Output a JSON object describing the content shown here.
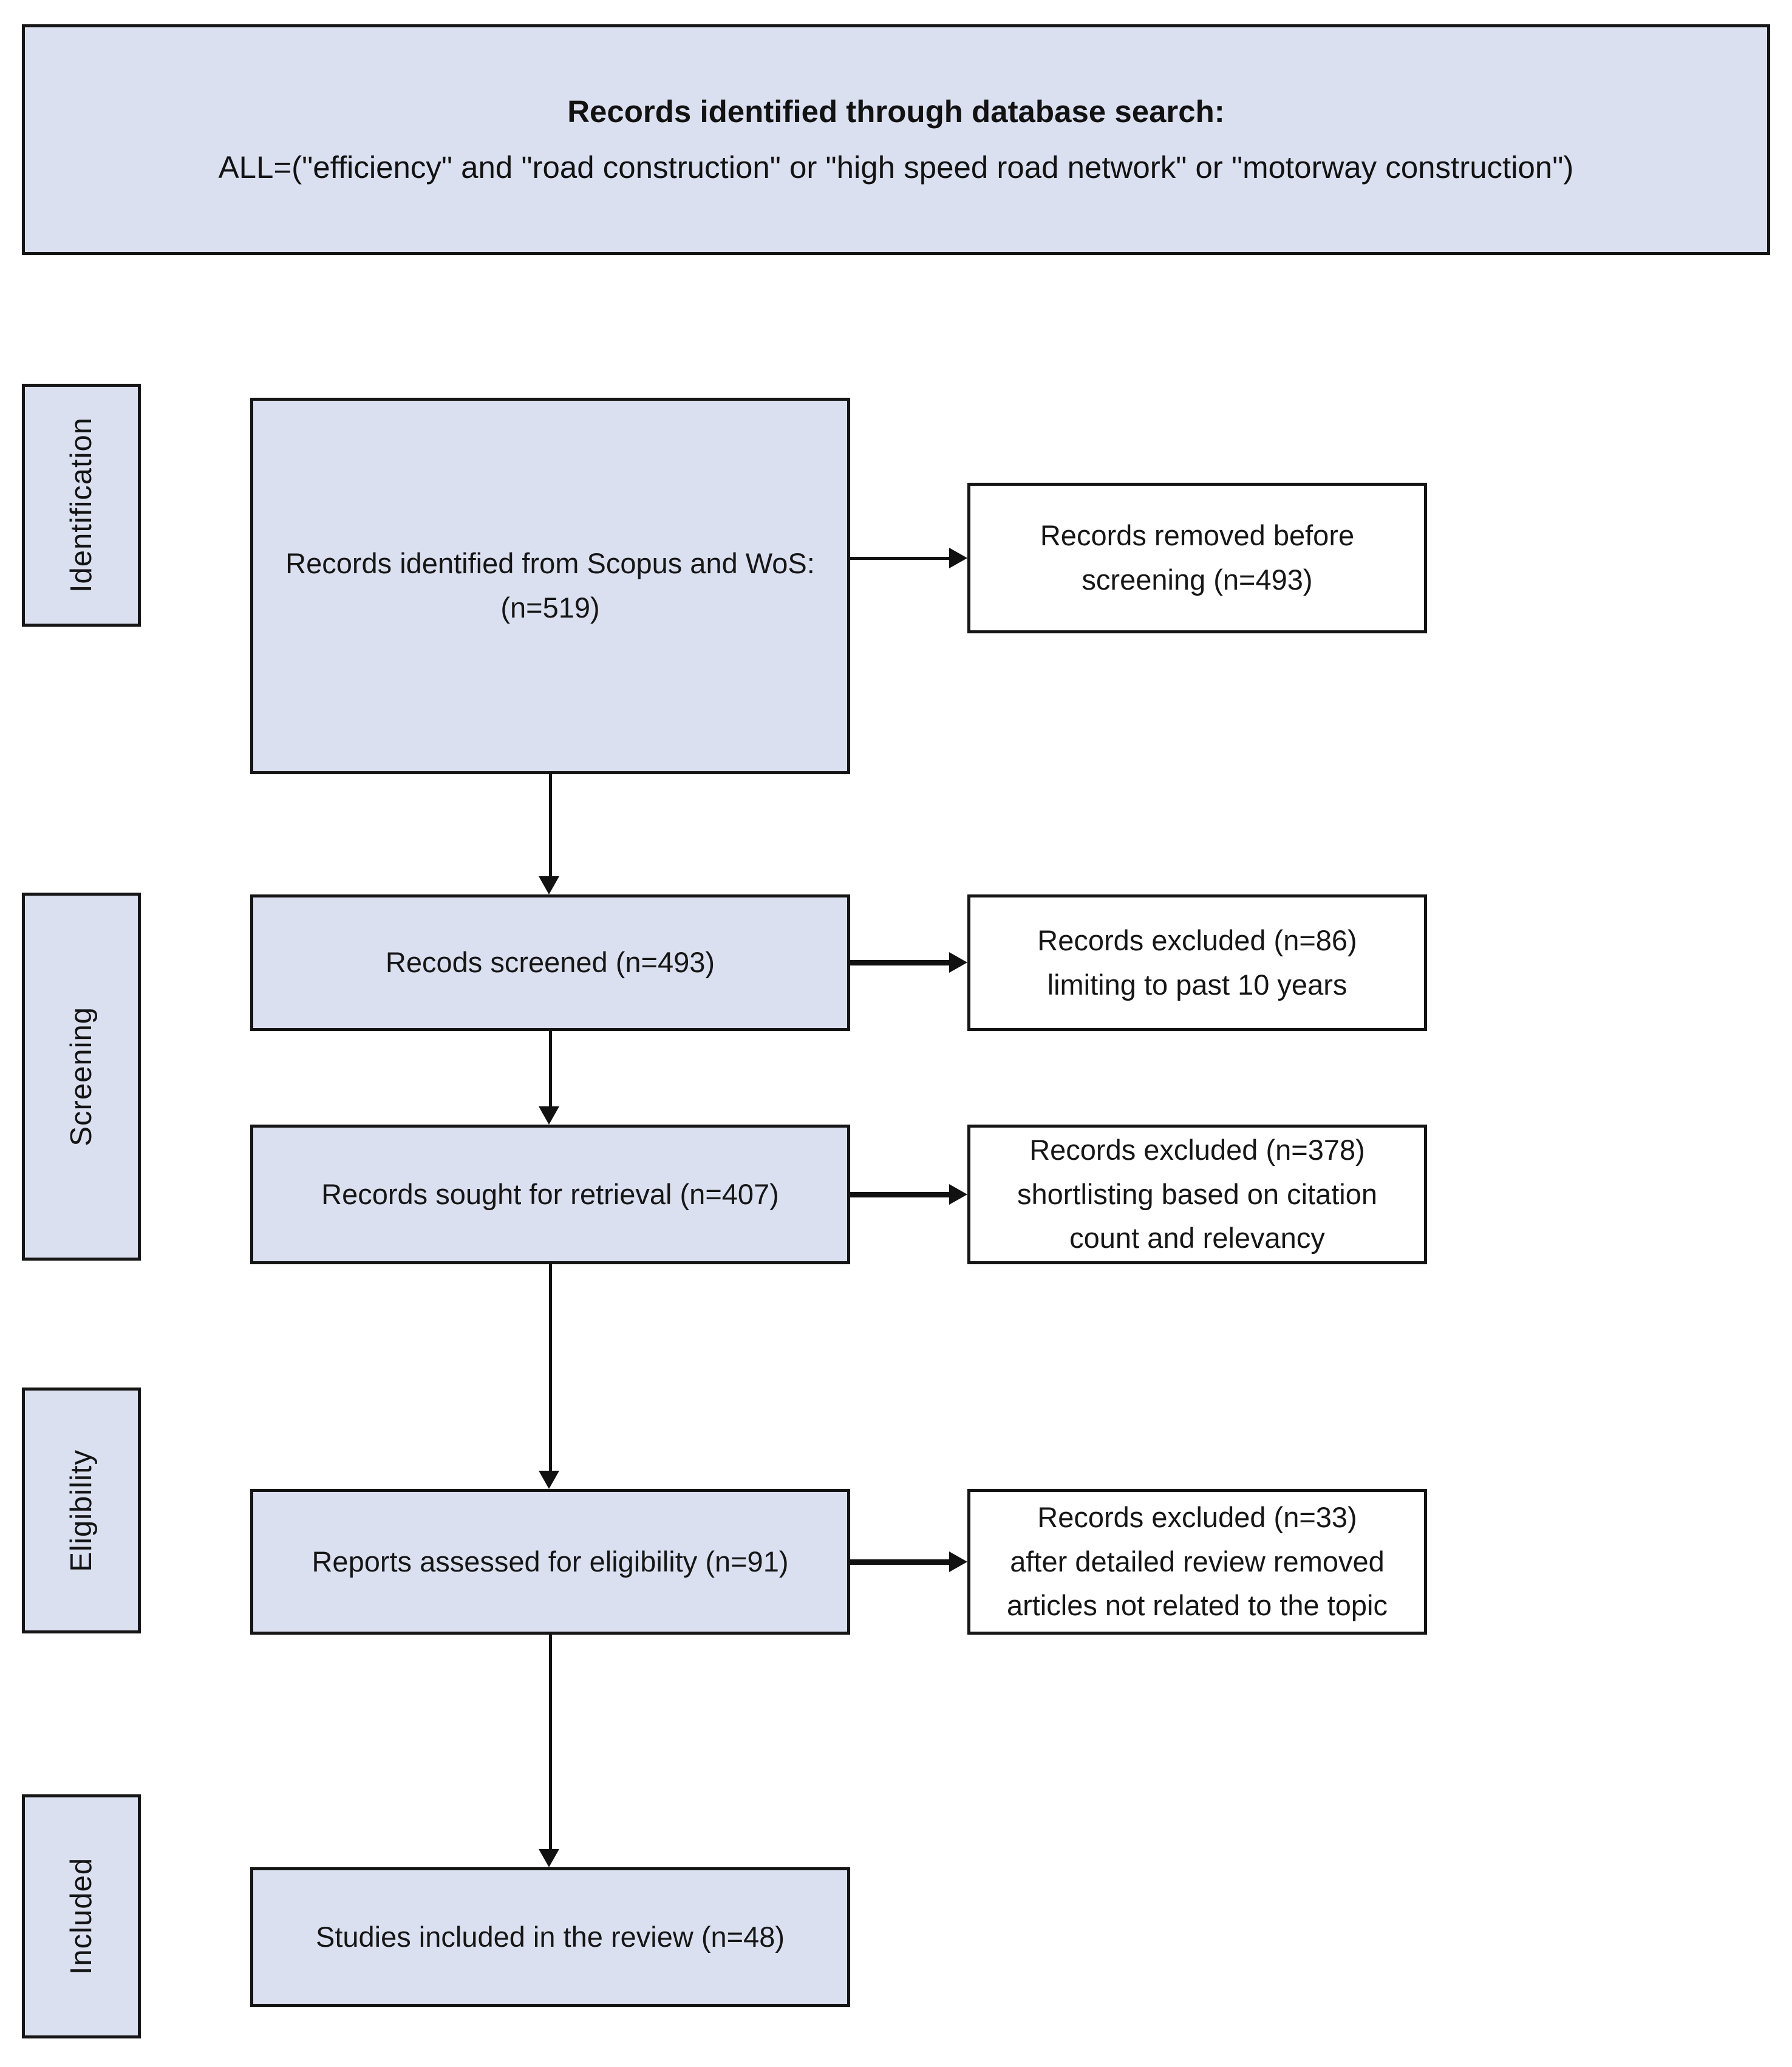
{
  "figure": {
    "type": "prisma-flow-diagram",
    "accent_fill": "#dbe0f0",
    "border_color": "#151515",
    "background": "#ffffff"
  },
  "banner": {
    "title": "Records identified through database search:",
    "query": "ALL=(\"efficiency\" and \"road construction\" or \"high speed road network\" or \"motorway construction\")"
  },
  "stages": [
    {
      "label": "Identification"
    },
    {
      "label": "Screening"
    },
    {
      "label": "Eligibility"
    },
    {
      "label": "Included"
    }
  ],
  "flow": {
    "boxes": [
      {
        "id": "identified",
        "stage": "Identification",
        "text": "Records identified from Scopus and WoS:\n(n=519)",
        "count": 519,
        "style": "filled"
      },
      {
        "id": "screened",
        "stage": "Screening",
        "text": "Recods screened (n=493)",
        "count": 493,
        "style": "filled"
      },
      {
        "id": "sought",
        "stage": "Screening",
        "text": "Records sought for retrieval (n=407)",
        "count": 407,
        "style": "filled"
      },
      {
        "id": "assessed",
        "stage": "Eligibility",
        "text": "Reports assessed for eligibility (n=91)",
        "count": 91,
        "style": "filled"
      },
      {
        "id": "included",
        "stage": "Included",
        "text": "Studies included in the review (n=48)",
        "count": 48,
        "style": "filled"
      }
    ],
    "exclusions": [
      {
        "id": "removed-before-screening",
        "text": "Records removed before\nscreening (n=493)",
        "count": 493,
        "style": "plain"
      },
      {
        "id": "excluded-past-10-years",
        "text": "Records excluded (n=86)\nlimiting to past 10 years",
        "count": 86,
        "style": "plain"
      },
      {
        "id": "excluded-shortlisting",
        "text": "Records excluded (n=378)\nshortlisting based on citation\ncount and relevancy",
        "count": 378,
        "style": "plain"
      },
      {
        "id": "excluded-detailed-review",
        "text": "Records excluded (n=33)\nafter detailed review removed\narticles not related to the topic",
        "count": 33,
        "style": "plain"
      }
    ]
  }
}
